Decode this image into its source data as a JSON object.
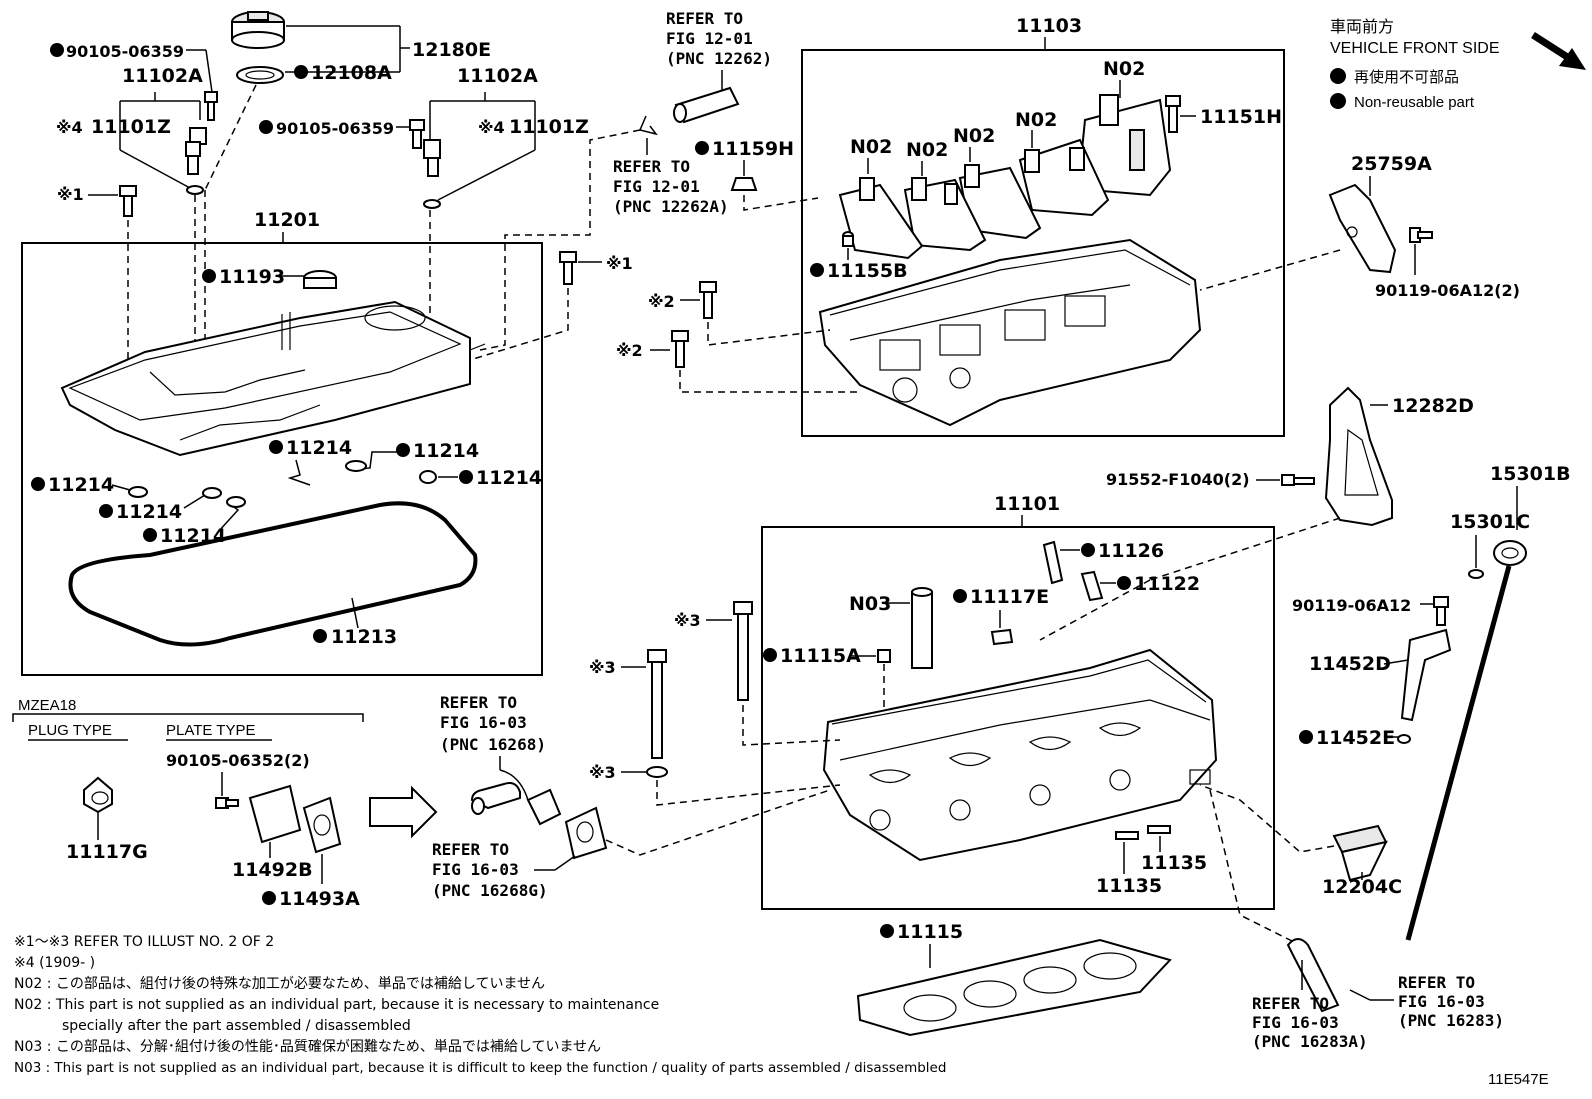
{
  "legend": {
    "jp": "車両前方",
    "en": "VEHICLE FRONT SIDE",
    "nonreuse_jp": "再使用不可部品",
    "nonreuse_en": "Non-reusable part"
  },
  "groups": {
    "head_cover": "11201",
    "camshaft_housing": "11103",
    "cylinder_head": "11101"
  },
  "labels": {
    "p12180E": "12180E",
    "p12108A": "12108A",
    "p90105_06359_a": "90105-06359",
    "p90105_06359_b": "90105-06359",
    "p11102A_a": "11102A",
    "p11102A_b": "11102A",
    "p11101Z_a": "11101Z",
    "p11101Z_b": "11101Z",
    "x4": "※4",
    "x1_a": "※1",
    "x1_b": "※1",
    "x2_a": "※2",
    "x2_b": "※2",
    "x3_a": "※3",
    "x3_b": "※3",
    "x3_c": "※3",
    "p11193": "11193",
    "p11214_1": "11214",
    "p11214_2": "11214",
    "p11214_3": "11214",
    "p11214_4": "11214",
    "p11214_5": "11214",
    "p11214_6": "11214",
    "p11213": "11213",
    "p11159H": "11159H",
    "p11155B": "11155B",
    "N02_1": "N02",
    "N02_2": "N02",
    "N02_3": "N02",
    "N02_4": "N02",
    "N02_5": "N02",
    "p11151H": "11151H",
    "p25759A": "25759A",
    "p90119_06A12_2": "90119-06A12(2)",
    "p12282D": "12282D",
    "p91552": "91552-F1040(2)",
    "p15301B": "15301B",
    "p15301C": "15301C",
    "p90119_06A12": "90119-06A12",
    "p11452D": "11452D",
    "p11452E": "11452E",
    "p12204C": "12204C",
    "p11126": "11126",
    "p11122": "11122",
    "N03": "N03",
    "p11117E": "11117E",
    "p11115A": "11115A",
    "p11135_a": "11135",
    "p11135_b": "11135",
    "p11115": "11115",
    "mzea": "MZEA18",
    "plug_type": "PLUG TYPE",
    "plate_type": "PLATE TYPE",
    "p90105_06352": "90105-06352(2)",
    "p11117G": "11117G",
    "p11492B": "11492B",
    "p11493A": "11493A",
    "code": "11E547E"
  },
  "refs": {
    "r1": [
      "REFER TO",
      "FIG 12-01",
      "(PNC 12262)"
    ],
    "r2": [
      "REFER TO",
      "FIG 12-01",
      "(PNC 12262A)"
    ],
    "r3": [
      "REFER TO",
      "FIG 16-03",
      "(PNC 16268)"
    ],
    "r4": [
      "REFER TO",
      "FIG 16-03",
      "(PNC 16268G)"
    ],
    "r5": [
      "REFER TO",
      "FIG 16-03",
      "(PNC 16283A)"
    ],
    "r6": [
      "REFER TO",
      "FIG 16-03",
      "(PNC 16283)"
    ]
  },
  "notes": [
    "※1～※3  REFER TO ILLUST NO. 2 OF 2",
    "※4 (1909-        )",
    "N02 : この部品は、組付け後の特殊な加工が必要なため、単品では補給していません",
    "N02 : This part is not supplied as an individual part, because it is necessary to maintenance",
    "specially after the part assembled / disassembled",
    "N03 : この部品は、分解･組付け後の性能･品質確保が困難なため、単品では補給していません",
    "N03 : This part is not supplied as an individual part, because it is difficult to keep the function / quality of parts  assembled / disassembled"
  ]
}
